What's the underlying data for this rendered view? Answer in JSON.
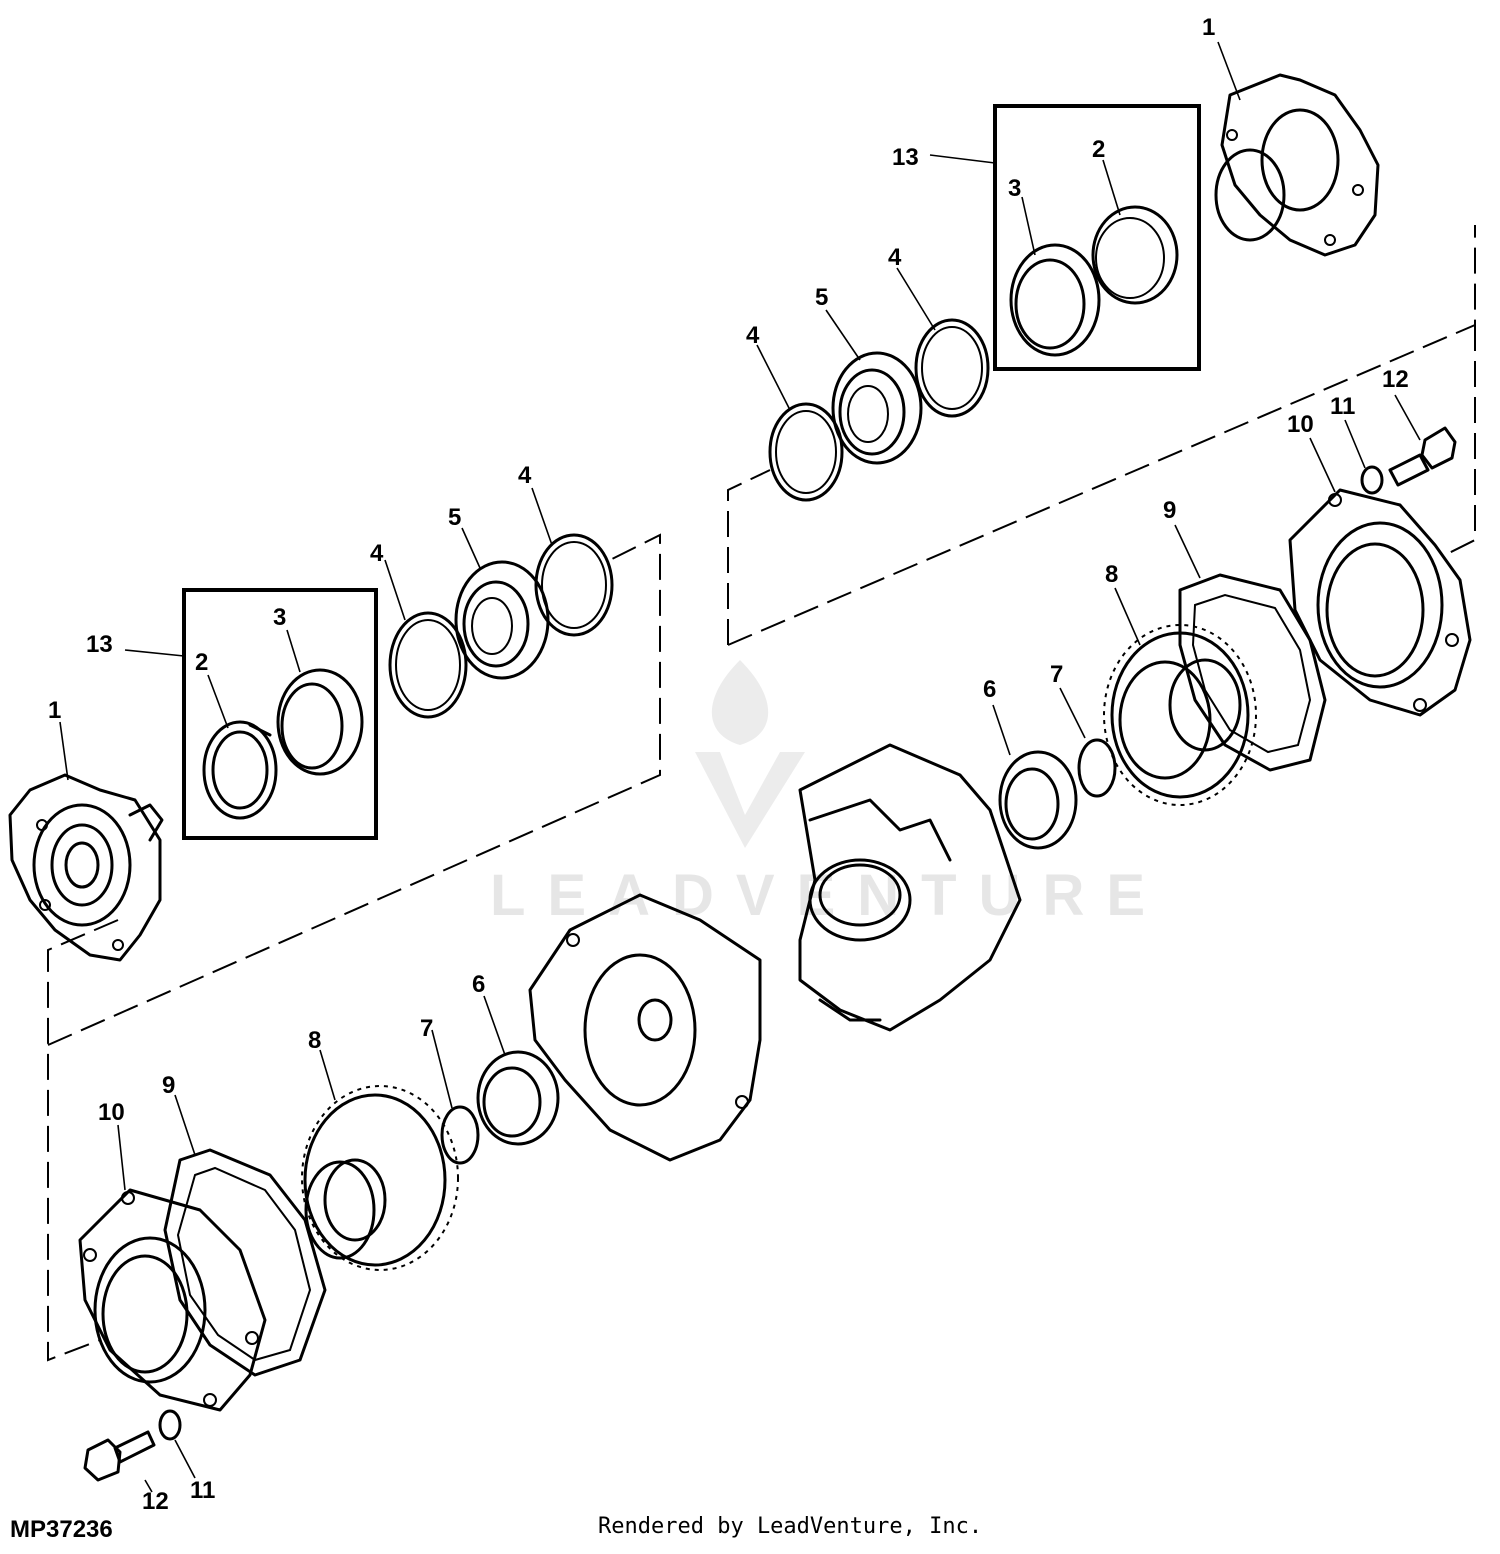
{
  "figure_id": "MP37236",
  "credit": "Rendered by LeadVenture, Inc.",
  "watermark": "LEADVENTURE",
  "callouts": [
    "1",
    "2",
    "3",
    "4",
    "5",
    "6",
    "7",
    "8",
    "9",
    "10",
    "11",
    "12",
    "13"
  ]
}
